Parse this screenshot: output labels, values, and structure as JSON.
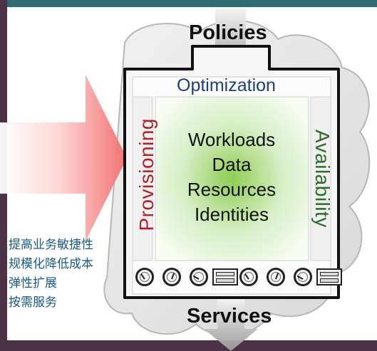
{
  "diagram": {
    "top_title": "Policies",
    "bottom_title": "Services",
    "box": {
      "top": "Optimization",
      "left": "Provisioning",
      "right": "Availability",
      "center": [
        "Workloads",
        "Data",
        "Resources",
        "Identities"
      ]
    },
    "left_notes": [
      "提高业务敏捷性",
      "规模化降低成本",
      "弹性扩展",
      "按需服务"
    ]
  },
  "colors": {
    "frame_purple": "#4a3146",
    "top_teal": "#2f6b73",
    "arrow_red": "#f36b6b",
    "provisioning_red": "#b11f2c",
    "availability_green": "#2f6b2c",
    "optimization_blue": "#1d3f7a",
    "notes_blue": "#1a5a83"
  },
  "icons": [
    "gauge-icon",
    "gauge-icon",
    "gauge-icon",
    "server-tray-icon",
    "gauge-icon",
    "gauge-icon",
    "gauge-icon",
    "server-tray-icon"
  ]
}
